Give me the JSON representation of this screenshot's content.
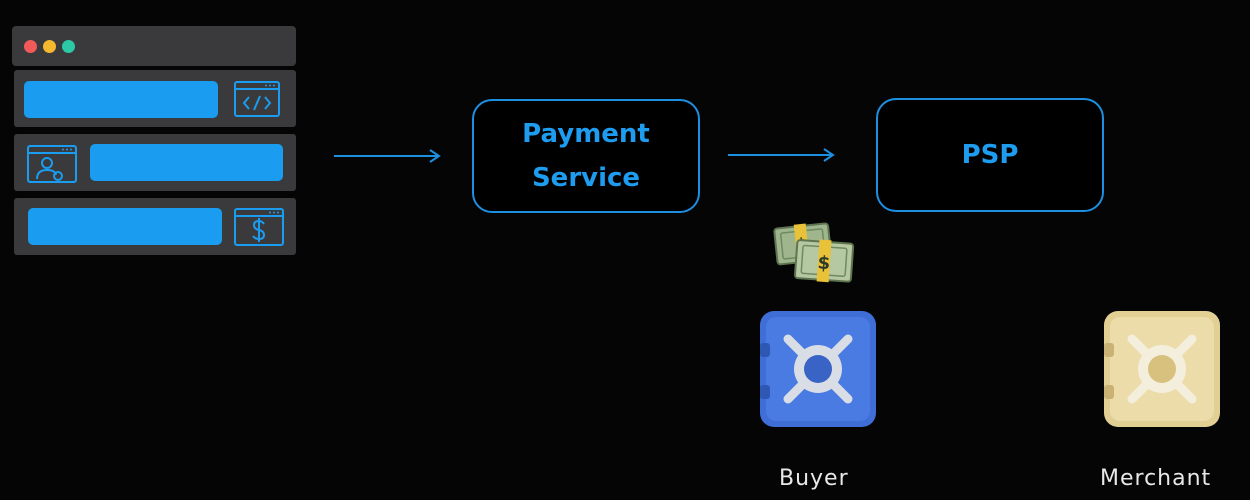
{
  "client": {
    "window_dots": [
      "#f25a5a",
      "#f5b82e",
      "#2cc9a7"
    ],
    "rows": [
      {
        "icon": "code-window-icon",
        "bar_side": "left"
      },
      {
        "icon": "user-window-icon",
        "bar_side": "right"
      },
      {
        "icon": "dollar-window-icon",
        "bar_side": "left"
      }
    ],
    "accent": "#1a9cf0"
  },
  "nodes": {
    "payment_service": "Payment\nService",
    "psp": "PSP"
  },
  "vaults": {
    "buyer_label": "Buyer",
    "merchant_label": "Merchant"
  },
  "colors": {
    "background": "#050505",
    "node_border": "#1d8fe0",
    "node_text": "#1e9cf0",
    "buyer_vault": "#3f6ed6",
    "merchant_vault": "#e2cf94"
  }
}
